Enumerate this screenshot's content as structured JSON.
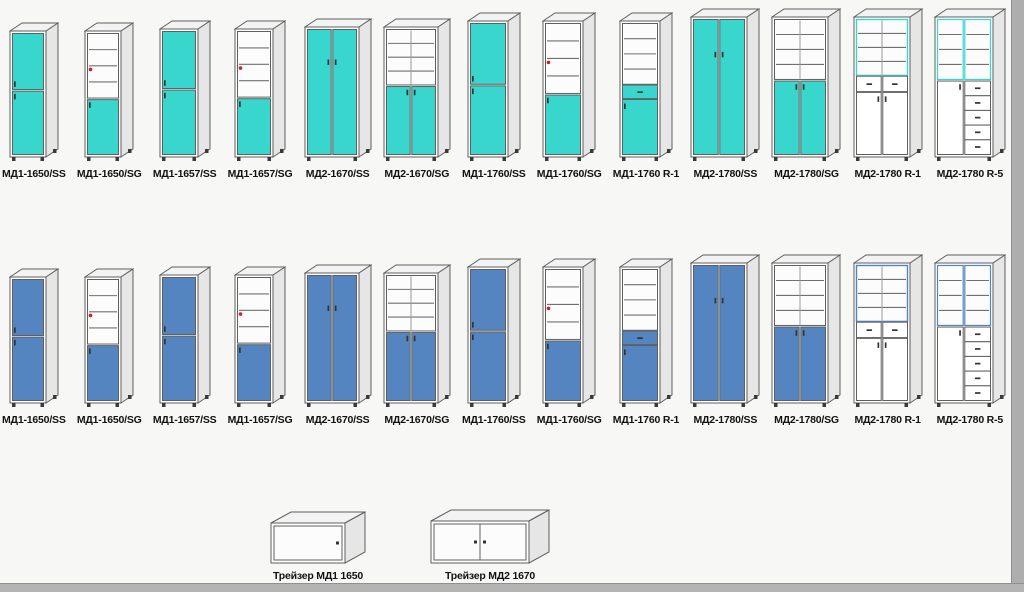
{
  "page": {
    "background": "#f7f7f5",
    "edge_color": "#aeaeae"
  },
  "colors": {
    "teal_door": "#38d6cc",
    "blue_door": "#5585c0",
    "body": "#ffffff",
    "top_face": "#f3f3f3",
    "side_face": "#e6e6e6",
    "outline": "#5f5f5f",
    "shelf_line": "#707070",
    "handle": "#333333",
    "knob_red": "#d02020",
    "feet": "#3a3a3a",
    "label_color": "#111111"
  },
  "rows": [
    {
      "name": "floor-cabinets-teal",
      "door_color": "#38d6cc",
      "items": [
        {
          "label": "МД1-1650/SS",
          "kind": "n-ss",
          "w": 36,
          "h": 126
        },
        {
          "label": "МД1-1650/SG",
          "kind": "n-sg",
          "w": 36,
          "h": 126
        },
        {
          "label": "МД1-1657/SS",
          "kind": "n-ss",
          "w": 38,
          "h": 128
        },
        {
          "label": "МД1-1657/SG",
          "kind": "n-sg",
          "w": 38,
          "h": 128
        },
        {
          "label": "МД2-1670/SS",
          "kind": "w-ss",
          "w": 54,
          "h": 130
        },
        {
          "label": "МД2-1670/SG",
          "kind": "w-sg",
          "w": 54,
          "h": 130
        },
        {
          "label": "МД1-1760/SS",
          "kind": "n-ss",
          "w": 40,
          "h": 136
        },
        {
          "label": "МД1-1760/SG",
          "kind": "n-sg",
          "w": 40,
          "h": 136
        },
        {
          "label": "МД1-1760 R-1",
          "kind": "n-r1",
          "w": 40,
          "h": 136
        },
        {
          "label": "МД2-1780/SS",
          "kind": "w-ss",
          "w": 56,
          "h": 140
        },
        {
          "label": "МД2-1780/SG",
          "kind": "w-sg",
          "w": 56,
          "h": 140
        },
        {
          "label": "МД2-1780 R-1",
          "kind": "w-r1",
          "w": 56,
          "h": 140
        },
        {
          "label": "МД2-1780 R-5",
          "kind": "w-r5",
          "w": 58,
          "h": 140
        }
      ]
    },
    {
      "name": "floor-cabinets-blue",
      "door_color": "#5585c0",
      "items": [
        {
          "label": "МД1-1650/SS",
          "kind": "n-ss",
          "w": 36,
          "h": 126
        },
        {
          "label": "МД1-1650/SG",
          "kind": "n-sg",
          "w": 36,
          "h": 126
        },
        {
          "label": "МД1-1657/SS",
          "kind": "n-ss",
          "w": 38,
          "h": 128
        },
        {
          "label": "МД1-1657/SG",
          "kind": "n-sg",
          "w": 38,
          "h": 128
        },
        {
          "label": "МД2-1670/SS",
          "kind": "w-ss",
          "w": 54,
          "h": 130
        },
        {
          "label": "МД2-1670/SG",
          "kind": "w-sg",
          "w": 54,
          "h": 130
        },
        {
          "label": "МД1-1760/SS",
          "kind": "n-ss",
          "w": 40,
          "h": 136
        },
        {
          "label": "МД1-1760/SG",
          "kind": "n-sg",
          "w": 40,
          "h": 136
        },
        {
          "label": "МД1-1760 R-1",
          "kind": "n-r1",
          "w": 40,
          "h": 136
        },
        {
          "label": "МД2-1780/SS",
          "kind": "w-ss",
          "w": 56,
          "h": 140
        },
        {
          "label": "МД2-1780/SG",
          "kind": "w-sg",
          "w": 56,
          "h": 140
        },
        {
          "label": "МД2-1780 R-1",
          "kind": "w-r1",
          "w": 56,
          "h": 140
        },
        {
          "label": "МД2-1780 R-5",
          "kind": "w-r5",
          "w": 58,
          "h": 140
        }
      ]
    },
    {
      "name": "wall-cabinets",
      "door_color": "#ffffff",
      "items": [
        {
          "label": "Трейзер МД1 1650",
          "kind": "wall1",
          "w": 74,
          "h": 40
        },
        {
          "label": "Трейзер МД2 1670",
          "kind": "wall2",
          "w": 98,
          "h": 42
        }
      ]
    }
  ]
}
